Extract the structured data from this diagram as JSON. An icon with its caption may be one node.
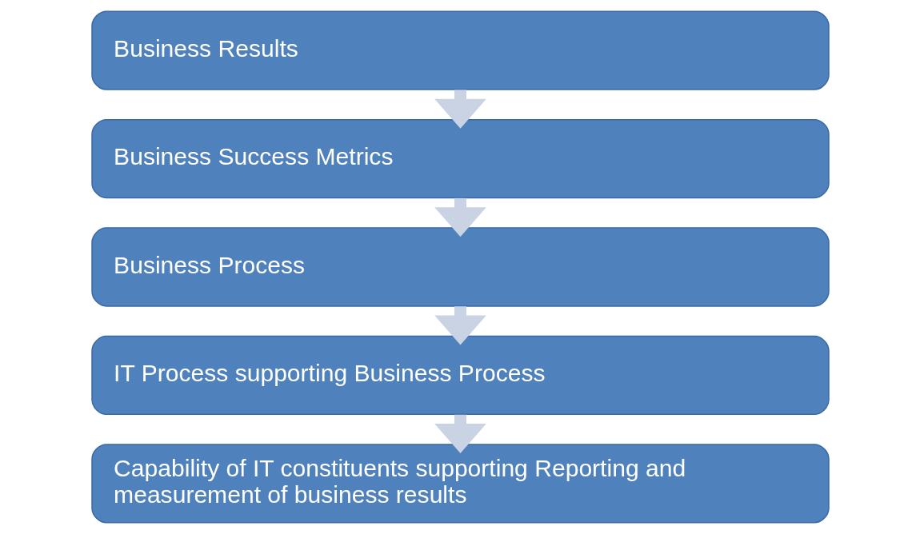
{
  "diagram": {
    "nodes": [
      {
        "text": [
          "Business Results"
        ]
      },
      {
        "text": [
          "Business Success Metrics"
        ]
      },
      {
        "text": [
          "Business Process"
        ]
      },
      {
        "text": [
          "IT Process supporting Business Process"
        ]
      },
      {
        "text": [
          "Capability of IT constituents supporting Reporting and measurement of business results"
        ]
      }
    ],
    "edges": [
      {
        "from": 0,
        "to": 1,
        "arrow": "to"
      },
      {
        "from": 1,
        "to": 2,
        "arrow": "to"
      },
      {
        "from": 2,
        "to": 3,
        "arrow": "to"
      },
      {
        "from": 3,
        "to": 4,
        "arrow": "to"
      }
    ]
  }
}
